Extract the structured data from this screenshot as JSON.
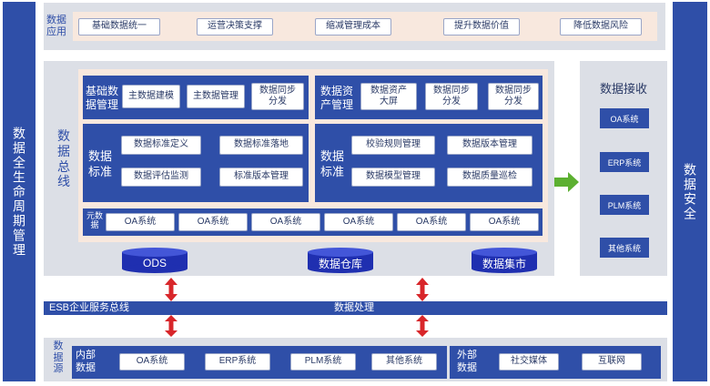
{
  "left_sidebar": {
    "label": "数据全生命周期管理"
  },
  "right_sidebar": {
    "label": "数据安全"
  },
  "data_application": {
    "title": "数据应用",
    "items": [
      "基础数据统一",
      "运营决策支撑",
      "缩减管理成本",
      "提升数据价值",
      "降低数据风险"
    ]
  },
  "data_bus": {
    "title": "数据总线",
    "master_data": {
      "title": "基础数据管理",
      "items": [
        "主数据建模",
        "主数据管理",
        "数据同步\n分发"
      ]
    },
    "asset_management": {
      "title": "数据资产管理",
      "items": [
        "数据资产\n大屏",
        "数据同步\n分发",
        "数据同步\n分发"
      ]
    },
    "standard_left": {
      "title": "数据标准",
      "items": [
        "数据标准定义",
        "数据标准落地",
        "数据评估监测",
        "标准版本管理"
      ]
    },
    "standard_right": {
      "title": "数据标准",
      "items": [
        "校验规则管理",
        "数据版本管理",
        "数据模型管理",
        "数据质量巡检"
      ]
    },
    "metadata": {
      "title": "元数据",
      "items": [
        "OA系统",
        "OA系统",
        "OA系统",
        "OA系统",
        "OA系统",
        "OA系统"
      ]
    },
    "storage": [
      "ODS",
      "数据仓库",
      "数据集市"
    ]
  },
  "data_receive": {
    "title": "数据接收",
    "items": [
      "OA系统",
      "ERP系统",
      "PLM系统",
      "其他系统"
    ]
  },
  "esb_bar": {
    "left": "ESB企业服务总线",
    "center": "数据处理"
  },
  "data_source": {
    "title": "数据源",
    "internal": {
      "title": "内部数据",
      "items": [
        "OA系统",
        "ERP系统",
        "PLM系统",
        "其他系统"
      ]
    },
    "external": {
      "title": "外部数据",
      "items": [
        "社交媒体",
        "互联网"
      ]
    }
  },
  "colors": {
    "navy": "#2f4fa8",
    "gray": "#dcdfe6",
    "peach": "#f8e8de",
    "green_arrow": "#5cb031",
    "red_arrow": "#d8262a"
  }
}
